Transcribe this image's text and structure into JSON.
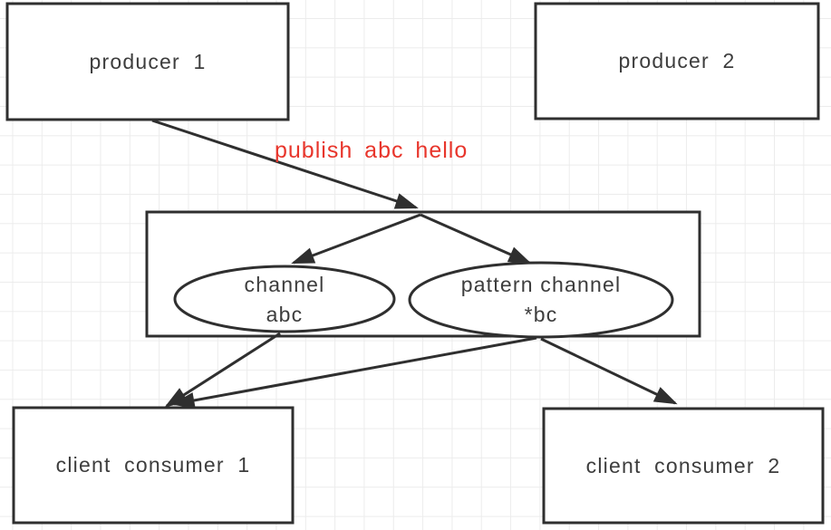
{
  "diagram": {
    "nodes": {
      "producer1": {
        "label": "producer 1"
      },
      "producer2": {
        "label": "producer 2"
      },
      "channel_abc": {
        "line1": "channel",
        "line2": "abc"
      },
      "pattern_channel": {
        "line1": "pattern channel",
        "line2": "*bc"
      },
      "consumer1": {
        "label": "client consumer 1"
      },
      "consumer2": {
        "label": "client consumer 2"
      }
    },
    "edges": {
      "publish_label": "publish abc hello"
    },
    "colors": {
      "stroke": "#2f2f2f",
      "node_fill": "#ffffff",
      "text": "#3d3d3d",
      "edge_label": "#e8352b",
      "grid_line": "#ececec",
      "background": "#ffffff"
    }
  }
}
